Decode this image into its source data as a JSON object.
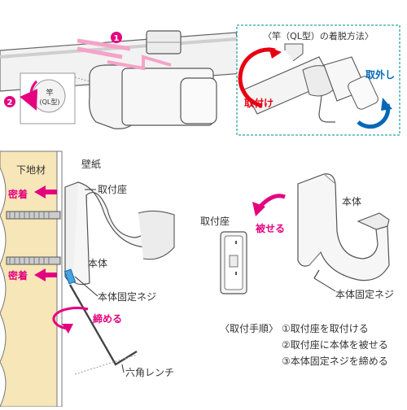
{
  "top_right": {
    "title": "〈竿（QL型）の着脱方法〉",
    "attach_label": "取付け",
    "detach_label": "取外し"
  },
  "top_left": {
    "step1_badge": "1",
    "step2_badge": "2",
    "inset_line1": "竿",
    "inset_line2": "(QL型)"
  },
  "left_diagram": {
    "base_material": "下地材",
    "wallpaper": "壁紙",
    "mount_seat": "取付座",
    "adhesion_top": "密着",
    "adhesion_bottom": "密着",
    "body": "本体",
    "fixing_screw": "本体固定ネジ",
    "tighten": "締める",
    "hex_wrench": "六角レンチ"
  },
  "right_diagram": {
    "mount_seat": "取付座",
    "cover": "被せる",
    "body": "本体",
    "fixing_screw": "本体固定ネジ"
  },
  "procedure": {
    "title": "〈取付手順〉",
    "step1": "①取付座を取付ける",
    "step2": "②取付座に本体を被せる",
    "step3": "③本体固定ネジを締める"
  },
  "colors": {
    "magenta": "#e4007f",
    "red": "#e60012",
    "blue": "#0068b7",
    "wall_beige": "#f6e6b8",
    "teal_dash": "#2aa7a0"
  }
}
